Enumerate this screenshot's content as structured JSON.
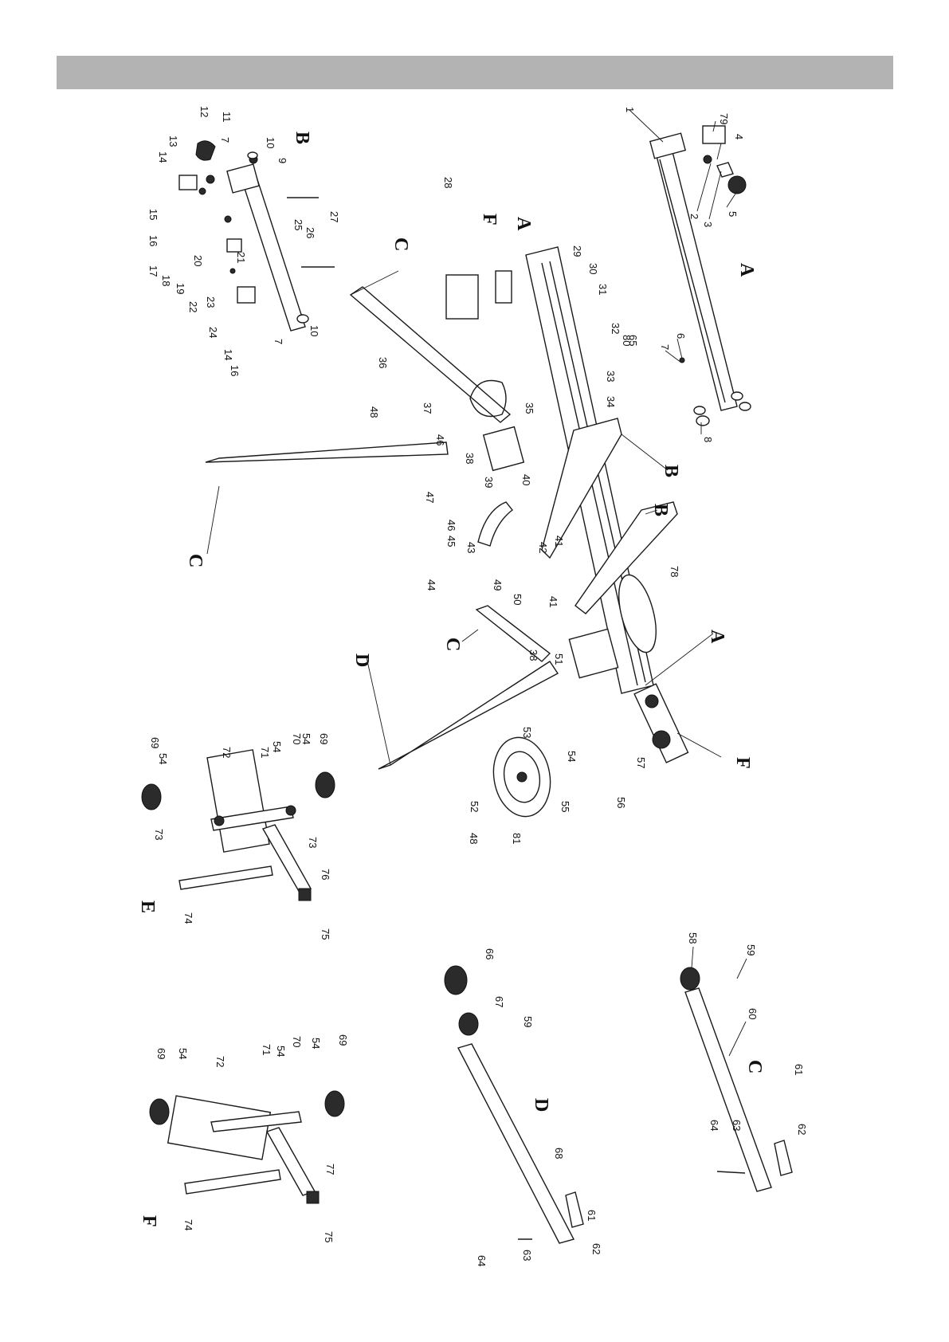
{
  "colors": {
    "header_bar": "#b3b3b3",
    "line": "#1a1a1a"
  },
  "sections": [
    {
      "id": "A",
      "label": "A"
    },
    {
      "id": "B",
      "label": "B"
    },
    {
      "id": "C",
      "label": "C"
    },
    {
      "id": "D",
      "label": "D"
    },
    {
      "id": "E",
      "label": "E"
    },
    {
      "id": "F",
      "label": "F"
    }
  ],
  "main_assembly_labels": [
    "A",
    "F",
    "C",
    "C",
    "B",
    "B",
    "A",
    "C",
    "D",
    "F"
  ],
  "part_numbers": [
    "1",
    "2",
    "3",
    "4",
    "5",
    "6",
    "7",
    "8",
    "9",
    "10",
    "11",
    "12",
    "13",
    "14",
    "15",
    "16",
    "17",
    "18",
    "19",
    "20",
    "21",
    "22",
    "23",
    "24",
    "25",
    "26",
    "27",
    "28",
    "29",
    "30",
    "31",
    "32",
    "33",
    "34",
    "35",
    "36",
    "37",
    "38",
    "39",
    "40",
    "41",
    "42",
    "43",
    "44",
    "45",
    "46",
    "47",
    "48",
    "49",
    "50",
    "51",
    "52",
    "53",
    "54",
    "55",
    "56",
    "57",
    "58",
    "59",
    "60",
    "61",
    "62",
    "63",
    "64",
    "65",
    "66",
    "67",
    "68",
    "69",
    "70",
    "71",
    "72",
    "73",
    "74",
    "75",
    "76",
    "77",
    "78",
    "79",
    "80",
    "81"
  ]
}
